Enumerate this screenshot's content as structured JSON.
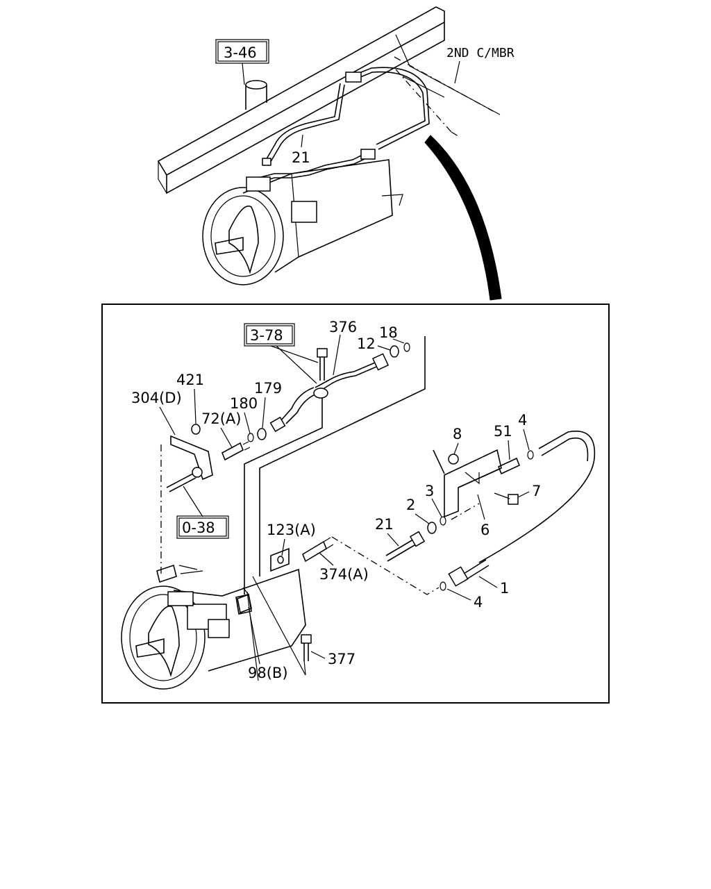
{
  "labels": {
    "ref_3_46": "3-46",
    "member": "2ND C/MBR",
    "top_21": "21",
    "ref_3_78": "3-78",
    "p376": "376",
    "p18": "18",
    "p12": "12",
    "p421": "421",
    "p304d": "304(D)",
    "p179": "179",
    "p180": "180",
    "p72a": "72(A)",
    "p8": "8",
    "p51": "51",
    "p4a": "4",
    "p7": "7",
    "p3": "3",
    "p2": "2",
    "p6": "6",
    "p21": "21",
    "ref_0_38": "0-38",
    "p123a": "123(A)",
    "p374a": "374(A)",
    "p1": "1",
    "p4b": "4",
    "p377": "377",
    "p98b": "98(B)"
  }
}
